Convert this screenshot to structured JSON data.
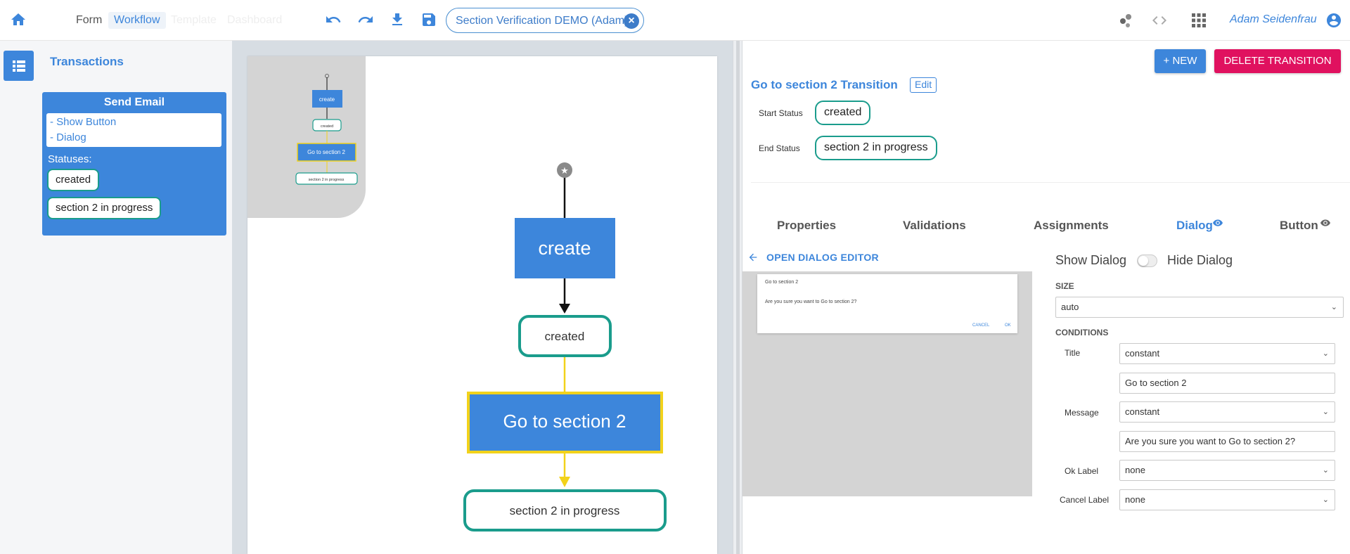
{
  "topbar": {
    "tabs": [
      "Form",
      "Workflow",
      "Template",
      "Dashboard"
    ],
    "active_tab": "Workflow",
    "doc_chip": "Section Verification DEMO (Adam)",
    "user": "Adam Seidenfrau",
    "icons": [
      "home-icon",
      "undo-icon",
      "redo-icon",
      "download-icon",
      "save-icon",
      "close-icon",
      "graph-icon",
      "code-icon",
      "apps-icon",
      "account-icon"
    ]
  },
  "left": {
    "title": "Transactions",
    "card": {
      "header": "Send Email",
      "items": [
        "- Show Button",
        "- Dialog"
      ],
      "statuses_label": "Statuses:",
      "statuses": [
        "created",
        "section 2 in progress"
      ]
    }
  },
  "canvas": {
    "nodes": {
      "start": "★",
      "create": "create",
      "created": "created",
      "transition": "Go to section 2",
      "end": "section 2 in progress"
    },
    "minimap": {
      "create": "create",
      "created": "created",
      "transition": "Go to section 2",
      "end": "section 2 in progress"
    }
  },
  "right": {
    "new_button": "+ NEW",
    "delete_button": "DELETE TRANSITION",
    "title": "Go to section 2 Transition",
    "edit_button": "Edit",
    "start_status_label": "Start Status",
    "start_status": "created",
    "end_status_label": "End Status",
    "end_status": "section 2 in progress",
    "tabs": [
      "Properties",
      "Validations",
      "Assignments",
      "Dialog",
      "Button"
    ],
    "active_tab": "Dialog",
    "open_editor": "OPEN DIALOG EDITOR",
    "preview": {
      "title": "Go to section 2",
      "message": "Are you sure you want to Go to section 2?",
      "cancel": "CANCEL",
      "ok": "OK"
    },
    "show_dialog": "Show Dialog",
    "hide_dialog": "Hide Dialog",
    "size_label": "SIZE",
    "size_value": "auto",
    "conditions_label": "CONDITIONS",
    "conditions": {
      "title_label": "Title",
      "title_select": "constant",
      "title_value": "Go to section 2",
      "message_label": "Message",
      "message_select": "constant",
      "message_value": "Are you sure you want to Go to section 2?",
      "ok_label": "Ok Label",
      "ok_value": "none",
      "cancel_label": "Cancel Label",
      "cancel_value": "none"
    }
  },
  "colors": {
    "primary": "#3d86db",
    "teal": "#1a9c8c",
    "danger": "#e0115f",
    "highlight": "#f2d21b"
  }
}
